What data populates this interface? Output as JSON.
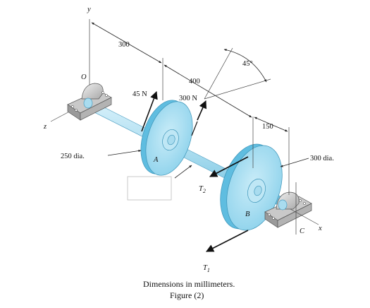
{
  "figure": {
    "axes": {
      "y": "y",
      "z": "z",
      "x": "x"
    },
    "points": {
      "o": "O",
      "a": "A",
      "b": "B",
      "c": "C"
    },
    "dimensions": {
      "d1": "300",
      "d2": "400",
      "d3": "150",
      "angle": "45°"
    },
    "diameters": {
      "pulley_a": "250 dia.",
      "pulley_b": "300 dia."
    },
    "forces": {
      "f1": "45 N",
      "f2": "300 N",
      "t1": "T",
      "t1_sub": "1",
      "t2": "T",
      "t2_sub": "2"
    },
    "caption": {
      "line1": "Dimensions in millimeters.",
      "line2": "Figure (2)"
    },
    "colors": {
      "shaft": "#a9dcef",
      "pulley_face": "#9fd8ef",
      "pulley_rim": "#5fbde0",
      "bearing": "#d9d9d9",
      "force_arrow": "#111111"
    }
  }
}
